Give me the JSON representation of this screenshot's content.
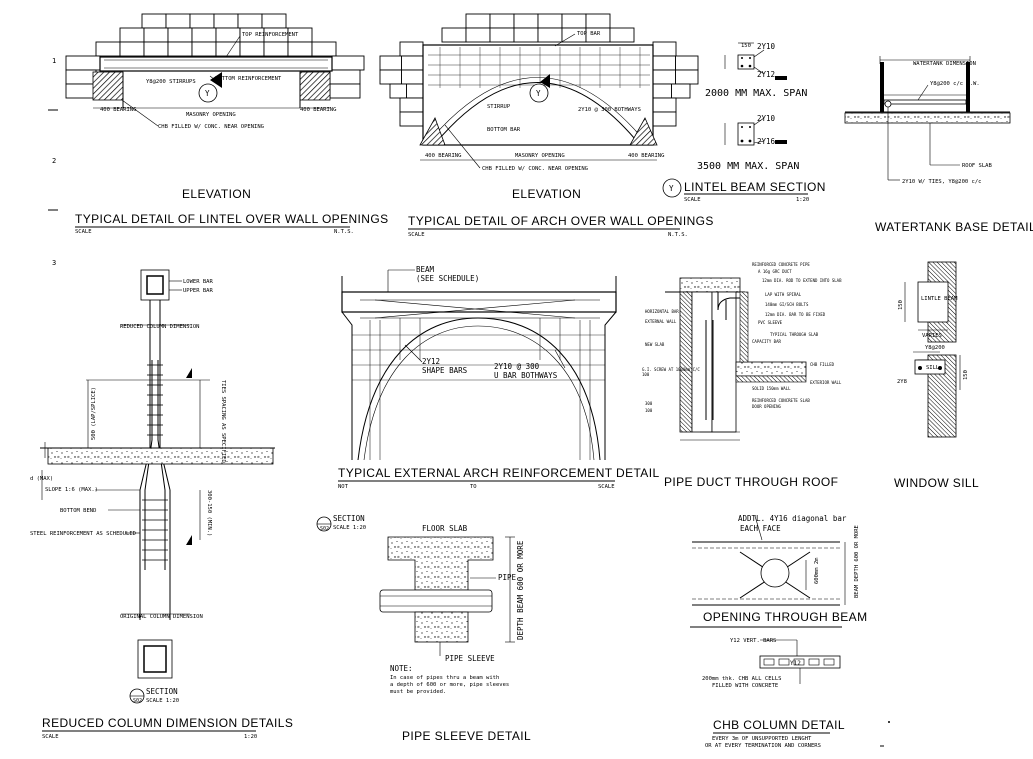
{
  "row_numbers": [
    "1",
    "2",
    "3"
  ],
  "lintel": {
    "top_reinf": "TOP REINFORCEMENT",
    "bottom_reinf": "BOTTOM REINFORCEMENT",
    "stirrups": "Y8@200 STIRRUPS",
    "bearing_left": "400 BEARING",
    "bearing_right": "400 BEARING",
    "masonry_opening": "MASONRY OPENING",
    "chb_filled": "CHB FILLED W/ CONC. NEAR OPENING",
    "marker": "Y",
    "elevation": "ELEVATION",
    "title": "TYPICAL DETAIL OF LINTEL OVER WALL OPENINGS",
    "scale_label": "SCALE",
    "scale_value": "N.T.S."
  },
  "arch": {
    "top_bar": "TOP BAR",
    "stirrup": "STIRRUP",
    "bottom_bar": "BOTTOM BAR",
    "bothways": "2Y10 @ 300 BOTHWAYS",
    "bearing_left": "400 BEARING",
    "bearing_right": "400 BEARING",
    "masonry_opening": "MASONRY OPENING",
    "chb_filled": "CHB FILLED W/ CONC. NEAR OPENING",
    "marker": "Y",
    "elevation": "ELEVATION",
    "title": "TYPICAL DETAIL OF ARCH OVER WALL OPENINGS",
    "scale_label": "SCALE",
    "scale_value": "N.T.S."
  },
  "lintel_section": {
    "s1_top": "2Y10",
    "s1_bot": "2Y12",
    "span1": "2000 MM MAX. SPAN",
    "s2_top": "2Y10",
    "s2_bot": "2Y16",
    "span2": "3500 MM MAX. SPAN",
    "marker": "Y",
    "title": "LINTEL BEAM SECTION",
    "scale_label": "SCALE",
    "scale_value": "1:20"
  },
  "watertank": {
    "dimension": "WATERTANK DIMENSION",
    "bars": "Y8@200 c/c B.W.",
    "roof_slab": "ROOF SLAB",
    "ties": "2Y10 W/ TIES, Y8@200 c/c",
    "title": "WATERTANK BASE DETAIL"
  },
  "column": {
    "lower_bar": "LOWER BAR",
    "upper_bar": "UPPER BAR",
    "reduced_dim": "REDUCED COLUMN DIMENSION",
    "lap": "500 (LAP/SPLICE)",
    "ties": "TIES SPACING AS SPECIFIED",
    "slope": "SLOPE 1:6 (MAX.)",
    "bottom_bend": "BOTTOM BEND",
    "steel": "STEEL REINFORCEMENT AS SCHEDULED",
    "original": "ORIGINAL COLUMN DIMENSION",
    "dim_min": "300-150 (MIN.)",
    "d_mark": "d (MAX)",
    "sec_label": "SECTION",
    "sec_code": "S02",
    "sec_scale": "SCALE 1:20",
    "title": "REDUCED COLUMN DIMENSION DETAILS",
    "scale_label": "SCALE",
    "scale_value": "1:20"
  },
  "ext_arch": {
    "beam": "BEAM",
    "see_schedule": "(SEE SCHEDULE)",
    "shape_bars_1": "2Y12",
    "shape_bars_2": "SHAPE BARS",
    "u_bar_1": "2Y10 @ 300",
    "u_bar_2": "U BAR BOTHWAYS",
    "title": "TYPICAL EXTERNAL ARCH REINFORCEMENT DETAIL",
    "s1": "NOT",
    "s2": "TO",
    "s3": "SCALE"
  },
  "pipe_duct": {
    "notes": [
      "REINFORCED CONCRETE PIPE",
      "A 16g GRC DUCT",
      "12mm DIA. ROD TO EXTEND INTO SLAB",
      "LAP WITH SPIRAL",
      "140mm GI/SCH BOLTS",
      "12mm DIA. BAR TO BE FIXED",
      "PVC SLEEVE",
      "CAPACITY BAR",
      "TYPICAL THROUGH SLAB",
      "CHB FILLED",
      "EXTERIOR WALL",
      "REINFORCED CONCRETE SLAB",
      "DOOR OPENING",
      "SOLID 150mm WALL",
      "HORIZONTAL BAR",
      "EXTERNAL WALL",
      "NEW SLAB",
      "G.I. SCREW AT 1000mm C/C",
      "100",
      "300",
      "100"
    ],
    "title": "PIPE DUCT THROUGH ROOF"
  },
  "window": {
    "lintel_beam": "LINTLE BEAM",
    "y8": "Y8@200",
    "sill": "SILL",
    "bar": "2Y8",
    "dim_top": "150",
    "dim_mid": "VARIES",
    "dim_side": "150",
    "title": "WINDOW SILL"
  },
  "pipe_sleeve": {
    "sec_label": "SECTION",
    "sec_code": "S02",
    "sec_scale": "SCALE 1:20",
    "floor_slab": "FLOOR SLAB",
    "pipe": "PIPE",
    "depth": "DEPTH BEAM 600 OR MORE",
    "sleeve": "PIPE SLEEVE",
    "note_head": "NOTE:",
    "note_1": "In case of pipes thru a beam with",
    "note_2": "a depth of 600 or more, pipe sleeves",
    "note_3": "must be provided.",
    "title": "PIPE SLEEVE DETAIL"
  },
  "opening_beam": {
    "addtl_1": "ADDTL. 4Y16 diagonal bar",
    "addtl_2": "EACH FACE",
    "d_label": "600mm 2m",
    "depth": "BEAM DEPTH 600 OR MORE",
    "title": "OPENING THROUGH BEAM"
  },
  "chb": {
    "vert_bars": "Y12 VERT. BARS",
    "note_1": "200mm thk. CHB ALL CELLS",
    "note_2": "FILLED WITH CONCRETE",
    "title": "CHB COLUMN DETAIL",
    "sub_1": "EVERY 3m OF UNSUPPORTED LENGHT",
    "sub_2": "OR AT EVERY TERMINATION AND CORNERS",
    "mark": "Y12"
  }
}
